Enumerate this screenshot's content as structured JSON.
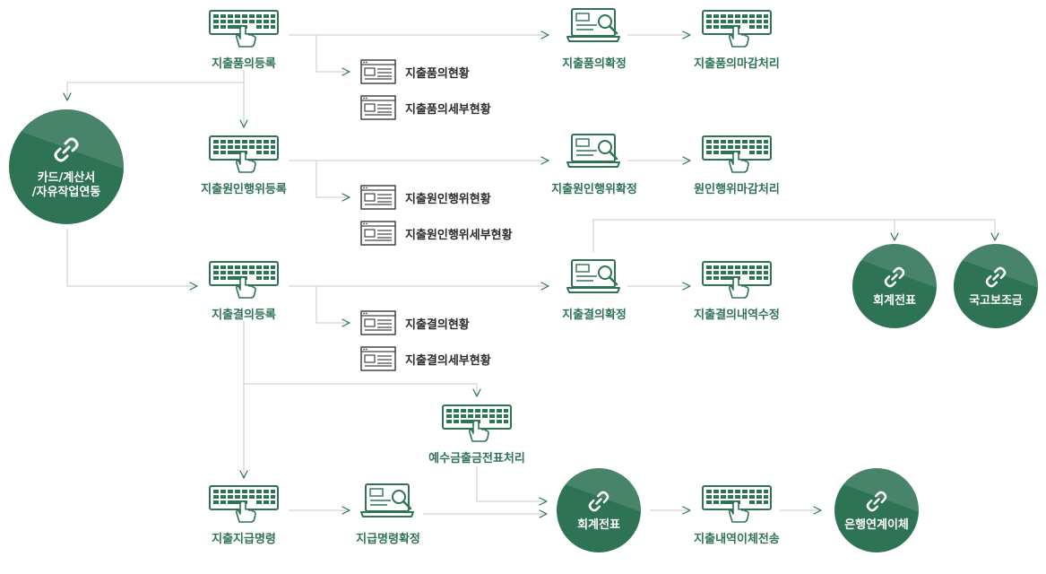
{
  "flow1": {
    "register": "지출품의등록",
    "status": "지출품의현황",
    "detail_status": "지출품의세부현황",
    "confirm": "지출품의확정",
    "deadline": "지출품의마감처리"
  },
  "flow2": {
    "register": "지출원인행위등록",
    "status": "지출원인행위현황",
    "detail_status": "지출원인행위세부현황",
    "confirm": "지출원인행위확정",
    "deadline": "원인행위마감처리"
  },
  "flow3": {
    "register": "지출결의등록",
    "status": "지출결의현황",
    "detail_status": "지출결의세부현황",
    "confirm": "지출결의확정",
    "modify": "지출결의내역수정",
    "account_voucher": "회계전표",
    "subsidy": "국고보조금"
  },
  "deposit": {
    "process": "예수금출금전표처리"
  },
  "flow4": {
    "order": "지출지급명령",
    "order_confirm": "지급명령확정",
    "account_voucher": "회계전표",
    "transfer": "지출내역이체전송",
    "bank_transfer": "은행연계이체"
  },
  "integration": {
    "line1": "카드/계산서",
    "line2": "/자유작업연동"
  },
  "icons": {
    "keyboard": "keyboard-hand-icon",
    "laptop": "laptop-search-icon",
    "document": "document-list-icon",
    "link": "chain-link-icon"
  },
  "colors": {
    "accent": "#2f7355",
    "line": "#c8c8c8",
    "text": "#2a2a2a"
  }
}
